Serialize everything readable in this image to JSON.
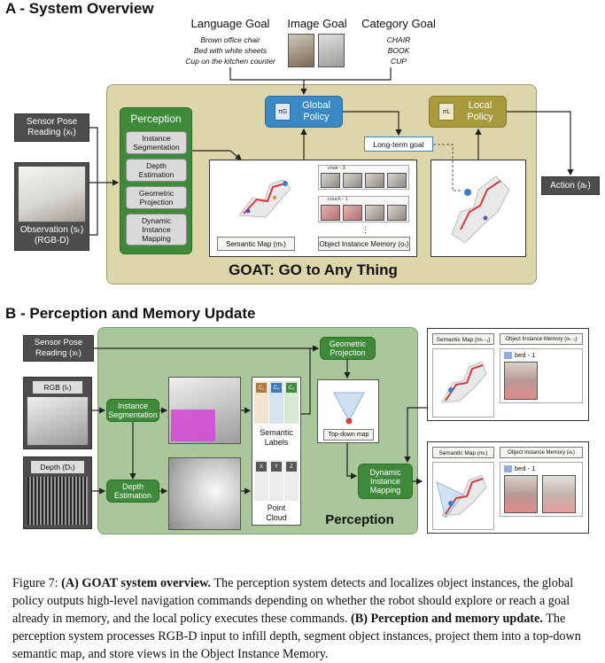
{
  "sectionA": {
    "title": "A - System Overview",
    "goals": {
      "language": {
        "heading": "Language Goal",
        "examples": [
          "Brown office chair",
          "Bed with white sheets",
          "Cup on the kitchen counter"
        ]
      },
      "image": {
        "heading": "Image Goal"
      },
      "category": {
        "heading": "Category Goal",
        "examples": [
          "CHAIR",
          "BOOK",
          "CUP"
        ]
      }
    },
    "sensor_pose": "Sensor Pose\nReading (xₜ)",
    "observation": "Observation (sₜ)\n(RGB-D)",
    "perception_title": "Perception",
    "perception_steps": [
      "Instance\nSegmentation",
      "Depth\nEstimation",
      "Geometric\nProjection",
      "Dynamic\nInstance\nMapping"
    ],
    "global_policy": {
      "symbol": "πG",
      "label": "Global\nPolicy"
    },
    "local_policy": {
      "symbol": "πL",
      "label": "Local\nPolicy"
    },
    "long_term_goal": "Long-term goal",
    "semantic_map_label": "Semantic Map (mₜ)",
    "object_memory_label": "Object Instance Memory (oₜ)",
    "memory_rows": [
      "chair - 3",
      "couch - 1"
    ],
    "action": "Action (aₜ)",
    "goat_title": "GOAT: GO to Any Thing"
  },
  "sectionB": {
    "title": "B - Perception and Memory Update",
    "sensor_pose": "Sensor Pose\nReading (xₜ)",
    "rgb": "RGB (Iₜ)",
    "depth": "Depth (Dₜ)",
    "instance_segmentation": "Instance\nSegmentation",
    "depth_estimation": "Depth\nEstimation",
    "geometric_projection": "Geometric\nProjection",
    "dynamic_instance_mapping": "Dynamic\nInstance\nMapping",
    "semantic_columns": [
      "C₁",
      "C₂",
      "C₃"
    ],
    "semantic_labels": "Semantic\nLabels",
    "point_columns": [
      "X",
      "Y",
      "Z"
    ],
    "point_cloud": "Point\nCloud",
    "top_down_map": "Top-down map",
    "perception_label": "Perception",
    "prev_semantic_map": "Semantic Map (mₜ₋₁)",
    "prev_object_memory": "Object Instance Memory (oₜ₋₁)",
    "prev_memory_row": "bed - 1",
    "new_semantic_map": "Semantic Map (mₜ)",
    "new_object_memory": "Object Instance Memory (oₜ)",
    "new_memory_row": "bed - 1"
  },
  "caption": {
    "prefix": "Figure 7:",
    "a_label": "(A) GOAT system overview.",
    "a_text": "The perception system detects and localizes object instances, the global policy outputs high-level navigation commands depending on whether the robot should explore or reach a goal already in memory, and the local policy executes these commands.",
    "b_label": "(B) Perception and memory update.",
    "b_text": "The perception system processes RGB-D input to infill depth, segment object instances, project them into a top-down semantic map, and store views in the Object Instance Memory."
  },
  "colors": {
    "khaki_panel": "#ddd6aa",
    "perception_green": "#3f8a3a",
    "policy_blue": "#3a89c4",
    "policy_olive": "#a99a3c",
    "section_b_panel": "#a9c79a",
    "dark_box": "#4d4d4d"
  }
}
